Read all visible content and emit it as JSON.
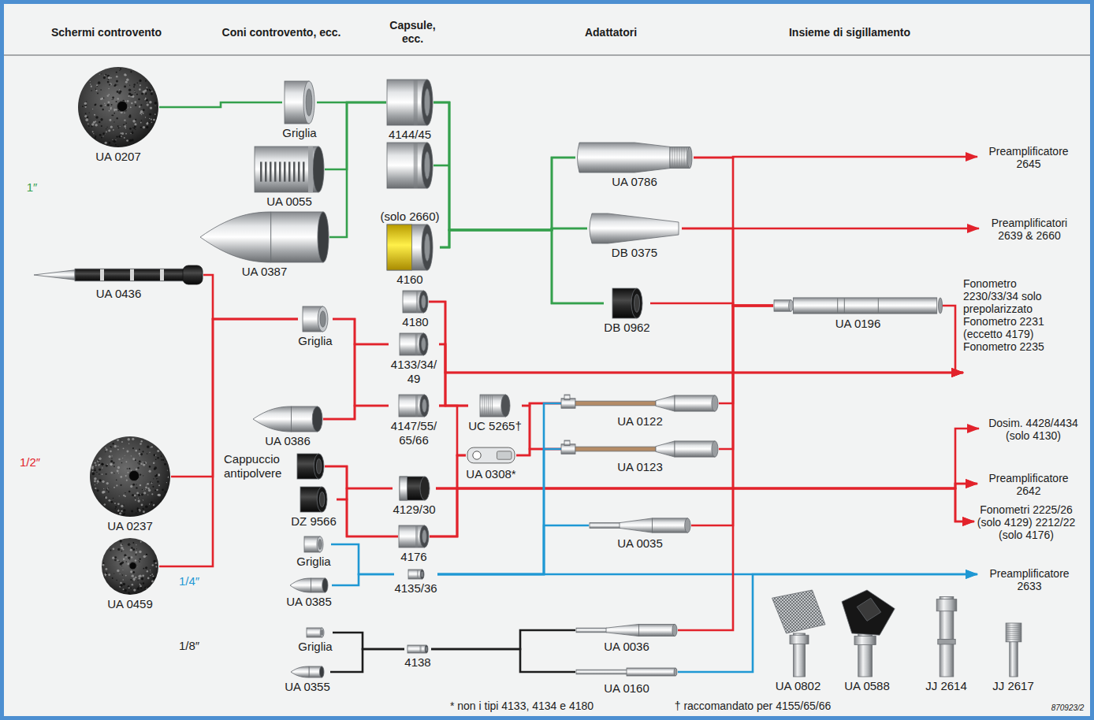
{
  "diagram": {
    "nodes": [
      {
        "text": [
          "UA 0207"
        ]
      },
      {
        "text": [
          "UA 0436"
        ]
      },
      {
        "text": [
          "UA 0237"
        ]
      },
      {
        "text": [
          "UA 0459"
        ]
      },
      {
        "text": [
          "Griglia"
        ]
      },
      {
        "text": [
          "UA 0055"
        ]
      },
      {
        "text": [
          "UA 0387"
        ]
      },
      {
        "text": [
          "Griglia"
        ]
      },
      {
        "text": [
          "UA 0386"
        ]
      },
      {
        "text": [
          "Cappuccio antipolvere"
        ]
      },
      {
        "text": [
          "DZ 9566"
        ]
      },
      {
        "text": [
          "Griglia"
        ]
      },
      {
        "text": [
          "UA 0385"
        ]
      },
      {
        "text": [
          "Griglia"
        ]
      },
      {
        "text": [
          "UA 0355"
        ]
      },
      {
        "text": [
          "4144/45"
        ]
      },
      {
        "text": [
          "(solo 2660)",
          "4160"
        ]
      },
      {
        "text": [
          "4180"
        ]
      },
      {
        "text": [
          "4133/34/ 49"
        ]
      },
      {
        "text": [
          "4147/55/ 65/66"
        ]
      },
      {
        "text": [
          "4129/30"
        ]
      },
      {
        "text": [
          "4176"
        ]
      },
      {
        "text": [
          "4135/36"
        ]
      },
      {
        "text": [
          "4138"
        ]
      },
      {
        "text": [
          "UC 5265†"
        ]
      },
      {
        "text": [
          "UA 0308*"
        ]
      },
      {
        "text": [
          "UA 0786"
        ]
      },
      {
        "text": [
          "DB 0375"
        ]
      },
      {
        "text": [
          "DB 0962"
        ]
      },
      {
        "text": [
          "UA 0122"
        ]
      },
      {
        "text": [
          "UA 0123"
        ]
      },
      {
        "text": [
          "UA 0035"
        ]
      },
      {
        "text": [
          "UA 0036"
        ]
      },
      {
        "text": [
          "UA 0160"
        ]
      },
      {
        "text": [
          "UA 0196"
        ]
      },
      {
        "text": [
          "UA 0802"
        ]
      },
      {
        "text": [
          "UA 0588"
        ]
      },
      {
        "text": [
          "JJ 2614"
        ]
      },
      {
        "text": [
          "JJ 2617"
        ]
      },
      {
        "text": [
          "Preamplificatore 2645"
        ]
      },
      {
        "text": [
          "Preamplificatori 2639 & 2660"
        ]
      },
      {
        "text": [
          "Fonometro 2230/33/34 solo prepolarizzato Fonometro 2231 (eccetto 4179) Fonometro 2235"
        ]
      },
      {
        "text": [
          "Dosim. 4428/4434 (solo 4130)"
        ]
      },
      {
        "text": [
          "Preamplificatore 2642"
        ]
      },
      {
        "text": [
          "Fonometri 2225/26 (solo 4129) 2212/22 (solo 4176)"
        ]
      },
      {
        "text": [
          "Preamplificatore 2633"
        ]
      }
    ],
    "edges": [
      {
        "from": 0,
        "to": 4,
        "arrow": "none"
      },
      {
        "from": 4,
        "to": 15,
        "arrow": "none"
      },
      {
        "from": 5,
        "to": 15,
        "arrow": "none"
      },
      {
        "from": 6,
        "to": 15,
        "arrow": "none"
      },
      {
        "from": 15,
        "to": 26,
        "arrow": "none"
      },
      {
        "from": 15,
        "to": 27,
        "arrow": "none"
      },
      {
        "from": 15,
        "to": 28,
        "arrow": "none"
      },
      {
        "from": 16,
        "to": 26,
        "arrow": "none"
      },
      {
        "from": 16,
        "to": 27,
        "arrow": "none"
      },
      {
        "from": 16,
        "to": 28,
        "arrow": "none"
      },
      {
        "from": 1,
        "to": 7,
        "arrow": "none"
      },
      {
        "from": 2,
        "to": 7,
        "arrow": "none"
      },
      {
        "from": 3,
        "to": 7,
        "arrow": "none"
      },
      {
        "from": 7,
        "to": 18,
        "arrow": "none"
      },
      {
        "from": 7,
        "to": 19,
        "arrow": "none"
      },
      {
        "from": 8,
        "to": 18,
        "arrow": "none"
      },
      {
        "from": 8,
        "to": 19,
        "arrow": "none"
      },
      {
        "from": 9,
        "to": 20,
        "arrow": "none"
      },
      {
        "from": 9,
        "to": 21,
        "arrow": "none"
      },
      {
        "from": 10,
        "to": 20,
        "arrow": "none"
      },
      {
        "from": 10,
        "to": 21,
        "arrow": "none"
      },
      {
        "from": 11,
        "to": 22,
        "arrow": "none"
      },
      {
        "from": 12,
        "to": 22,
        "arrow": "none"
      },
      {
        "from": 13,
        "to": 23,
        "arrow": "none"
      },
      {
        "from": 14,
        "to": 23,
        "arrow": "none"
      },
      {
        "from": 17,
        "to": 24,
        "arrow": "none"
      },
      {
        "from": 18,
        "to": 24,
        "arrow": "none"
      },
      {
        "from": 19,
        "to": 24,
        "arrow": "none"
      },
      {
        "from": 17,
        "to": 41,
        "arrow": "to"
      },
      {
        "from": 18,
        "to": 41,
        "arrow": "to"
      },
      {
        "from": 19,
        "to": 41,
        "arrow": "to"
      },
      {
        "from": 19,
        "to": 25,
        "arrow": "none"
      },
      {
        "from": 20,
        "to": 25,
        "arrow": "none"
      },
      {
        "from": 21,
        "to": 25,
        "arrow": "none"
      },
      {
        "from": 24,
        "to": 29,
        "arrow": "none"
      },
      {
        "from": 24,
        "to": 30,
        "arrow": "none"
      },
      {
        "from": 25,
        "to": 29,
        "arrow": "none"
      },
      {
        "from": 25,
        "to": 30,
        "arrow": "none"
      },
      {
        "from": 20,
        "to": 42,
        "arrow": "to"
      },
      {
        "from": 20,
        "to": 43,
        "arrow": "to"
      },
      {
        "from": 20,
        "to": 44,
        "arrow": "to"
      },
      {
        "from": 21,
        "to": 43,
        "arrow": "to"
      },
      {
        "from": 21,
        "to": 44,
        "arrow": "to"
      },
      {
        "from": 22,
        "to": 29,
        "arrow": "none"
      },
      {
        "from": 22,
        "to": 30,
        "arrow": "none"
      },
      {
        "from": 22,
        "to": 31,
        "arrow": "none"
      },
      {
        "from": 22,
        "to": 45,
        "arrow": "to"
      },
      {
        "from": 23,
        "to": 32,
        "arrow": "none"
      },
      {
        "from": 23,
        "to": 33,
        "arrow": "none"
      },
      {
        "from": 33,
        "to": 45,
        "arrow": "to"
      },
      {
        "from": 26,
        "to": 39,
        "arrow": "to"
      },
      {
        "from": 27,
        "to": 40,
        "arrow": "to"
      },
      {
        "from": 26,
        "to": 34,
        "arrow": "none"
      },
      {
        "from": 27,
        "to": 34,
        "arrow": "none"
      },
      {
        "from": 28,
        "to": 34,
        "arrow": "none"
      },
      {
        "from": 29,
        "to": 34,
        "arrow": "none"
      },
      {
        "from": 30,
        "to": 34,
        "arrow": "none"
      },
      {
        "from": 31,
        "to": 34,
        "arrow": "none"
      },
      {
        "from": 32,
        "to": 34,
        "arrow": "none"
      },
      {
        "from": 34,
        "to": 41,
        "arrow": "to"
      }
    ],
    "labels": [
      "Schermi controvento",
      "Coni controvento, ecc.",
      "Capsule, ecc.",
      "Adattatori",
      "Insieme di sigillamento",
      "1″",
      "1/2″",
      "1/4″",
      "1/8″",
      "* non i tipi 4133, 4134 e 4180",
      "† raccomandato per 4155/65/66",
      "870923/2"
    ]
  }
}
